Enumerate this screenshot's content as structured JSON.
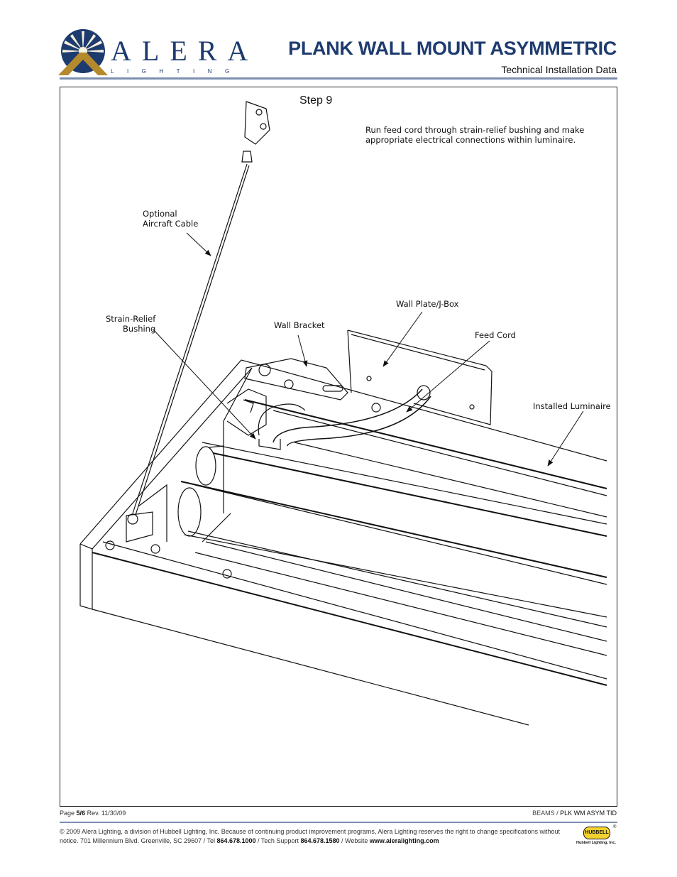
{
  "header": {
    "brand_name": "ALERA",
    "brand_sub": "LIGHTING",
    "title": "PLANK WALL MOUNT ASYMMETRIC",
    "subtitle": "Technical Installation Data"
  },
  "step": {
    "label": "Step 9",
    "instruction": "Run feed cord through strain-relief bushing and make appropriate electrical connections within luminaire."
  },
  "callouts": {
    "cable_line1": "Optional",
    "cable_line2": "Aircraft Cable",
    "bushing_line1": "Strain-Relief",
    "bushing_line2": "Bushing",
    "bracket": "Wall Bracket",
    "plate": "Wall Plate/J-Box",
    "cord": "Feed Cord",
    "luminaire": "Installed Luminaire"
  },
  "footer": {
    "page_prefix": "Page",
    "page_num": "5/6",
    "rev": "Rev. 11/30/09",
    "code_prefix": "BEAMS /",
    "code": "PLK WM ASYM TID",
    "copy_1": "© 2009 Alera Lighting, a division of Hubbell Lighting, Inc. Because of continuing product improvement programs, Alera Lighting reserves the right to change specifications without notice. 701 Millennium Blvd. Greenville, SC 29607 / Tel",
    "tel": "864.678.1000",
    "copy_2": "/ Tech Support",
    "support": "864.678.1580",
    "copy_3": "/ Website",
    "website": "www.aleralighting.com",
    "hubbell_badge": "HUBBELL",
    "hubbell_name": "Hubbell Lighting, Inc."
  },
  "colors": {
    "brand_navy": "#1d3b6e",
    "brand_gold": "#b58a2c",
    "rule": "#7c8fb0"
  }
}
